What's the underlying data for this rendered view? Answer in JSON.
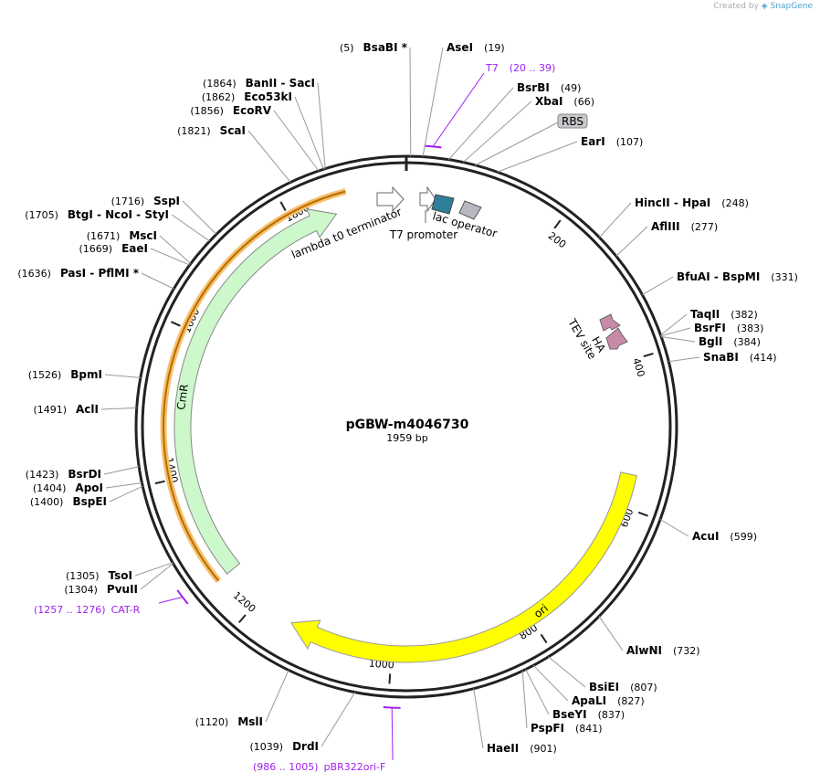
{
  "plasmid": {
    "name": "pGBW-m4046730",
    "length_label": "1959 bp",
    "total_bp": 1959
  },
  "watermark": {
    "prefix": "Created by",
    "brand": "SnapGene"
  },
  "ticks": [
    {
      "bp": 200,
      "label": "200"
    },
    {
      "bp": 400,
      "label": "400"
    },
    {
      "bp": 600,
      "label": "600"
    },
    {
      "bp": 800,
      "label": "800"
    },
    {
      "bp": 1000,
      "label": "1000"
    },
    {
      "bp": 1200,
      "label": "1200"
    },
    {
      "bp": 1400,
      "label": "1400"
    },
    {
      "bp": 1600,
      "label": "1600"
    },
    {
      "bp": 1800,
      "label": "1800"
    }
  ],
  "sites": [
    {
      "bp": 5,
      "name": "BsaBI *",
      "pos": "(5)",
      "side": "left"
    },
    {
      "bp": 19,
      "name": "AseI",
      "pos": "(19)",
      "side": "right"
    },
    {
      "bp": 49,
      "name": "BsrBI",
      "pos": "(49)",
      "side": "right"
    },
    {
      "bp": 66,
      "name": "XbaI",
      "pos": "(66)",
      "side": "right"
    },
    {
      "bp": 107,
      "name": "EarI",
      "pos": "(107)",
      "side": "right"
    },
    {
      "bp": 248,
      "name": "HincII - HpaI",
      "pos": "(248)",
      "side": "right"
    },
    {
      "bp": 277,
      "name": "AflIII",
      "pos": "(277)",
      "side": "right"
    },
    {
      "bp": 331,
      "name": "BfuAI - BspMI",
      "pos": "(331)",
      "side": "right"
    },
    {
      "bp": 382,
      "name": "TaqII",
      "pos": "(382)",
      "side": "right"
    },
    {
      "bp": 383,
      "name": "BsrFI",
      "pos": "(383)",
      "side": "right"
    },
    {
      "bp": 384,
      "name": "BglI",
      "pos": "(384)",
      "side": "right"
    },
    {
      "bp": 414,
      "name": "SnaBI",
      "pos": "(414)",
      "side": "right"
    },
    {
      "bp": 599,
      "name": "AcuI",
      "pos": "(599)",
      "side": "right"
    },
    {
      "bp": 732,
      "name": "AlwNI",
      "pos": "(732)",
      "side": "right"
    },
    {
      "bp": 807,
      "name": "BsiEI",
      "pos": "(807)",
      "side": "right"
    },
    {
      "bp": 827,
      "name": "ApaLI",
      "pos": "(827)",
      "side": "right"
    },
    {
      "bp": 837,
      "name": "BseYI",
      "pos": "(837)",
      "side": "right"
    },
    {
      "bp": 841,
      "name": "PspFI",
      "pos": "(841)",
      "side": "right"
    },
    {
      "bp": 901,
      "name": "HaeII",
      "pos": "(901)",
      "side": "right"
    },
    {
      "bp": 1039,
      "name": "DrdI",
      "pos": "(1039)",
      "side": "left"
    },
    {
      "bp": 1120,
      "name": "MslI",
      "pos": "(1120)",
      "side": "left"
    },
    {
      "bp": 1304,
      "name": "PvuII",
      "pos": "(1304)",
      "side": "left"
    },
    {
      "bp": 1305,
      "name": "TsoI",
      "pos": "(1305)",
      "side": "left"
    },
    {
      "bp": 1400,
      "name": "BspEI",
      "pos": "(1400)",
      "side": "left"
    },
    {
      "bp": 1404,
      "name": "ApoI",
      "pos": "(1404)",
      "side": "left"
    },
    {
      "bp": 1423,
      "name": "BsrDI",
      "pos": "(1423)",
      "side": "left"
    },
    {
      "bp": 1491,
      "name": "AclI",
      "pos": "(1491)",
      "side": "left"
    },
    {
      "bp": 1526,
      "name": "BpmI",
      "pos": "(1526)",
      "side": "left"
    },
    {
      "bp": 1636,
      "name": "PasI - PflMI *",
      "pos": "(1636)",
      "side": "left"
    },
    {
      "bp": 1669,
      "name": "EaeI",
      "pos": "(1669)",
      "side": "left"
    },
    {
      "bp": 1671,
      "name": "MscI",
      "pos": "(1671)",
      "side": "left"
    },
    {
      "bp": 1705,
      "name": "BtgI - NcoI - StyI",
      "pos": "(1705)",
      "side": "left"
    },
    {
      "bp": 1716,
      "name": "SspI",
      "pos": "(1716)",
      "side": "left"
    },
    {
      "bp": 1821,
      "name": "ScaI",
      "pos": "(1821)",
      "side": "left"
    },
    {
      "bp": 1856,
      "name": "EcoRV",
      "pos": "(1856)",
      "side": "left"
    },
    {
      "bp": 1862,
      "name": "Eco53kI",
      "pos": "(1862)",
      "side": "left"
    },
    {
      "bp": 1864,
      "name": "BanII - SacI",
      "pos": "(1864)",
      "side": "left"
    }
  ],
  "primers": [
    {
      "name": "T7",
      "range": "(20 .. 39)",
      "start": 20,
      "end": 39
    },
    {
      "name": "pBR322ori-F",
      "range": "(986 .. 1005)",
      "start": 986,
      "end": 1005
    },
    {
      "name": "CAT-R",
      "range": "(1257 .. 1276)",
      "start": 1257,
      "end": 1276
    }
  ],
  "features": [
    {
      "name": "CmR",
      "color": "#ccf8cc",
      "start": 1255,
      "end": 1860,
      "direction": "cw"
    },
    {
      "name": "ori",
      "color": "#ffff00",
      "start": 555,
      "end": 1145,
      "direction": "cw"
    },
    {
      "name": "lambda t0 terminator",
      "color": "#ffffff"
    },
    {
      "name": "T7 promoter",
      "color": "#ffffff"
    },
    {
      "name": "lac operator",
      "color": "#2d7f9a"
    },
    {
      "name": "RBS",
      "color": "#b8b8c0"
    },
    {
      "name": "HA",
      "color": "#c98aa8"
    },
    {
      "name": "TEV site",
      "color": "#c98aa8"
    }
  ],
  "colors": {
    "primer": "#a020f0",
    "orf_outline": "#ff9900",
    "backbone": "#222222"
  }
}
